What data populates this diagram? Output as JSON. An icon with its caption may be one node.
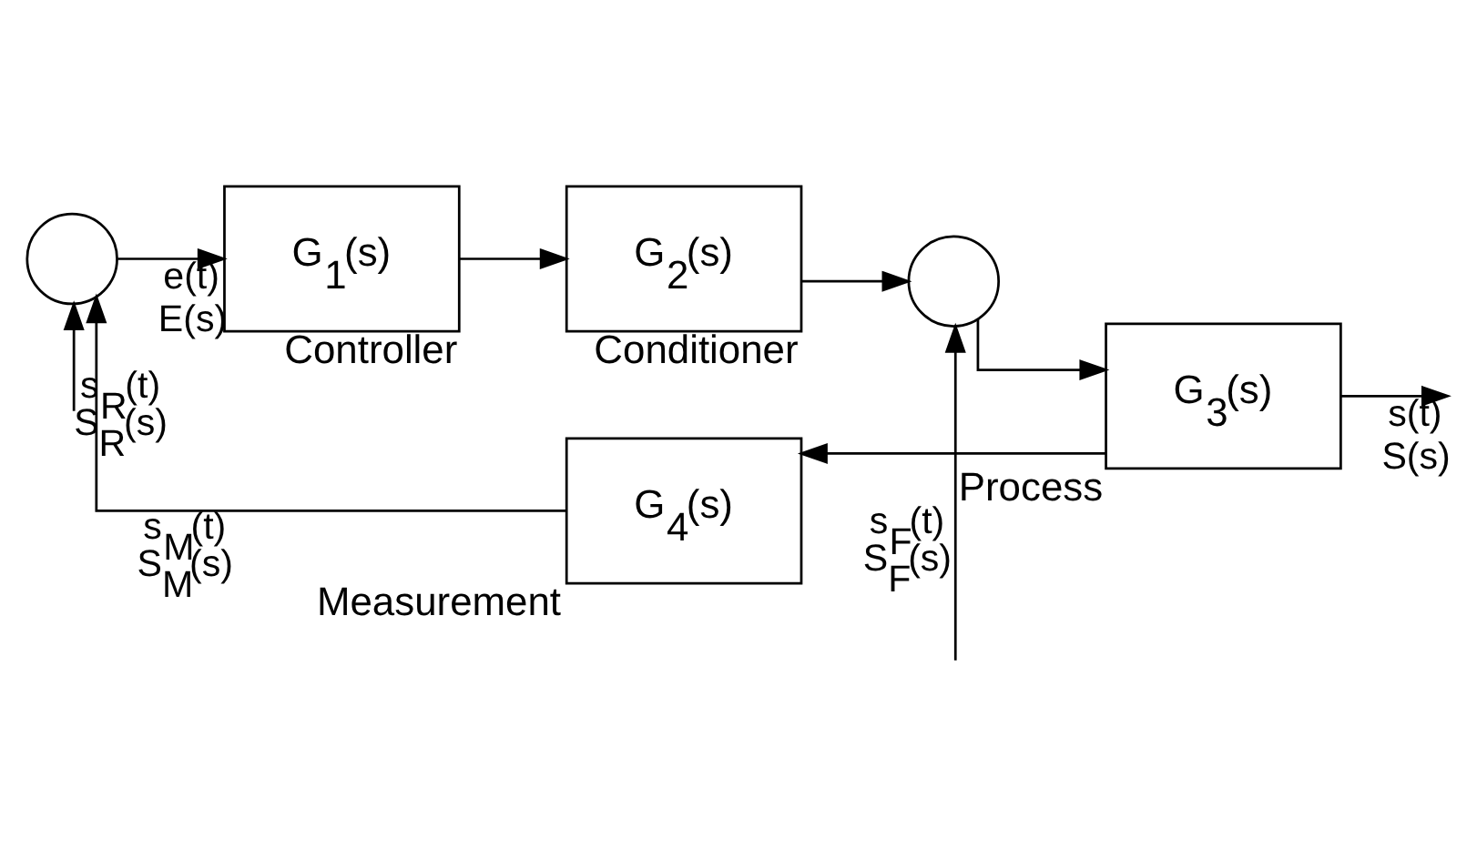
{
  "diagram": {
    "nodes": [
      {
        "text": [],
        "shape": "circle"
      },
      {
        "text": [
          "G$_{1}$(s)"
        ],
        "beside": [
          "Controller"
        ]
      },
      {
        "text": [
          "G$_{2}$(s)"
        ],
        "beside": [
          "Conditioner"
        ]
      },
      {
        "text": [],
        "shape": "circle"
      },
      {
        "text": [
          "G$_{3}$(s)"
        ],
        "beside": [
          "Process"
        ]
      },
      {
        "text": [
          "G$_{4}$(s)"
        ],
        "beside": [
          "Measurement"
        ]
      }
    ],
    "edges": [
      {
        "from": null,
        "to": 0,
        "arrow": "to",
        "label": "s$_{R}$(t) S$_{R}$(s)"
      },
      {
        "from": 0,
        "to": 1,
        "arrow": "to",
        "label": "e(t) E(s)"
      },
      {
        "from": 1,
        "to": 2,
        "arrow": "to"
      },
      {
        "from": 2,
        "to": 3,
        "arrow": "to"
      },
      {
        "from": null,
        "to": 3,
        "arrow": "to",
        "label": "s$_{F}$(t) S$_{F}$(s)"
      },
      {
        "from": 3,
        "to": 4,
        "arrow": "to"
      },
      {
        "from": 4,
        "to": null,
        "arrow": "to",
        "label": "s(t) S(s)"
      },
      {
        "from": 4,
        "to": 5,
        "arrow": "to"
      },
      {
        "from": 5,
        "to": 0,
        "arrow": "to",
        "label": "s$_{M}$(t) S$_{M}$(s)"
      }
    ]
  }
}
